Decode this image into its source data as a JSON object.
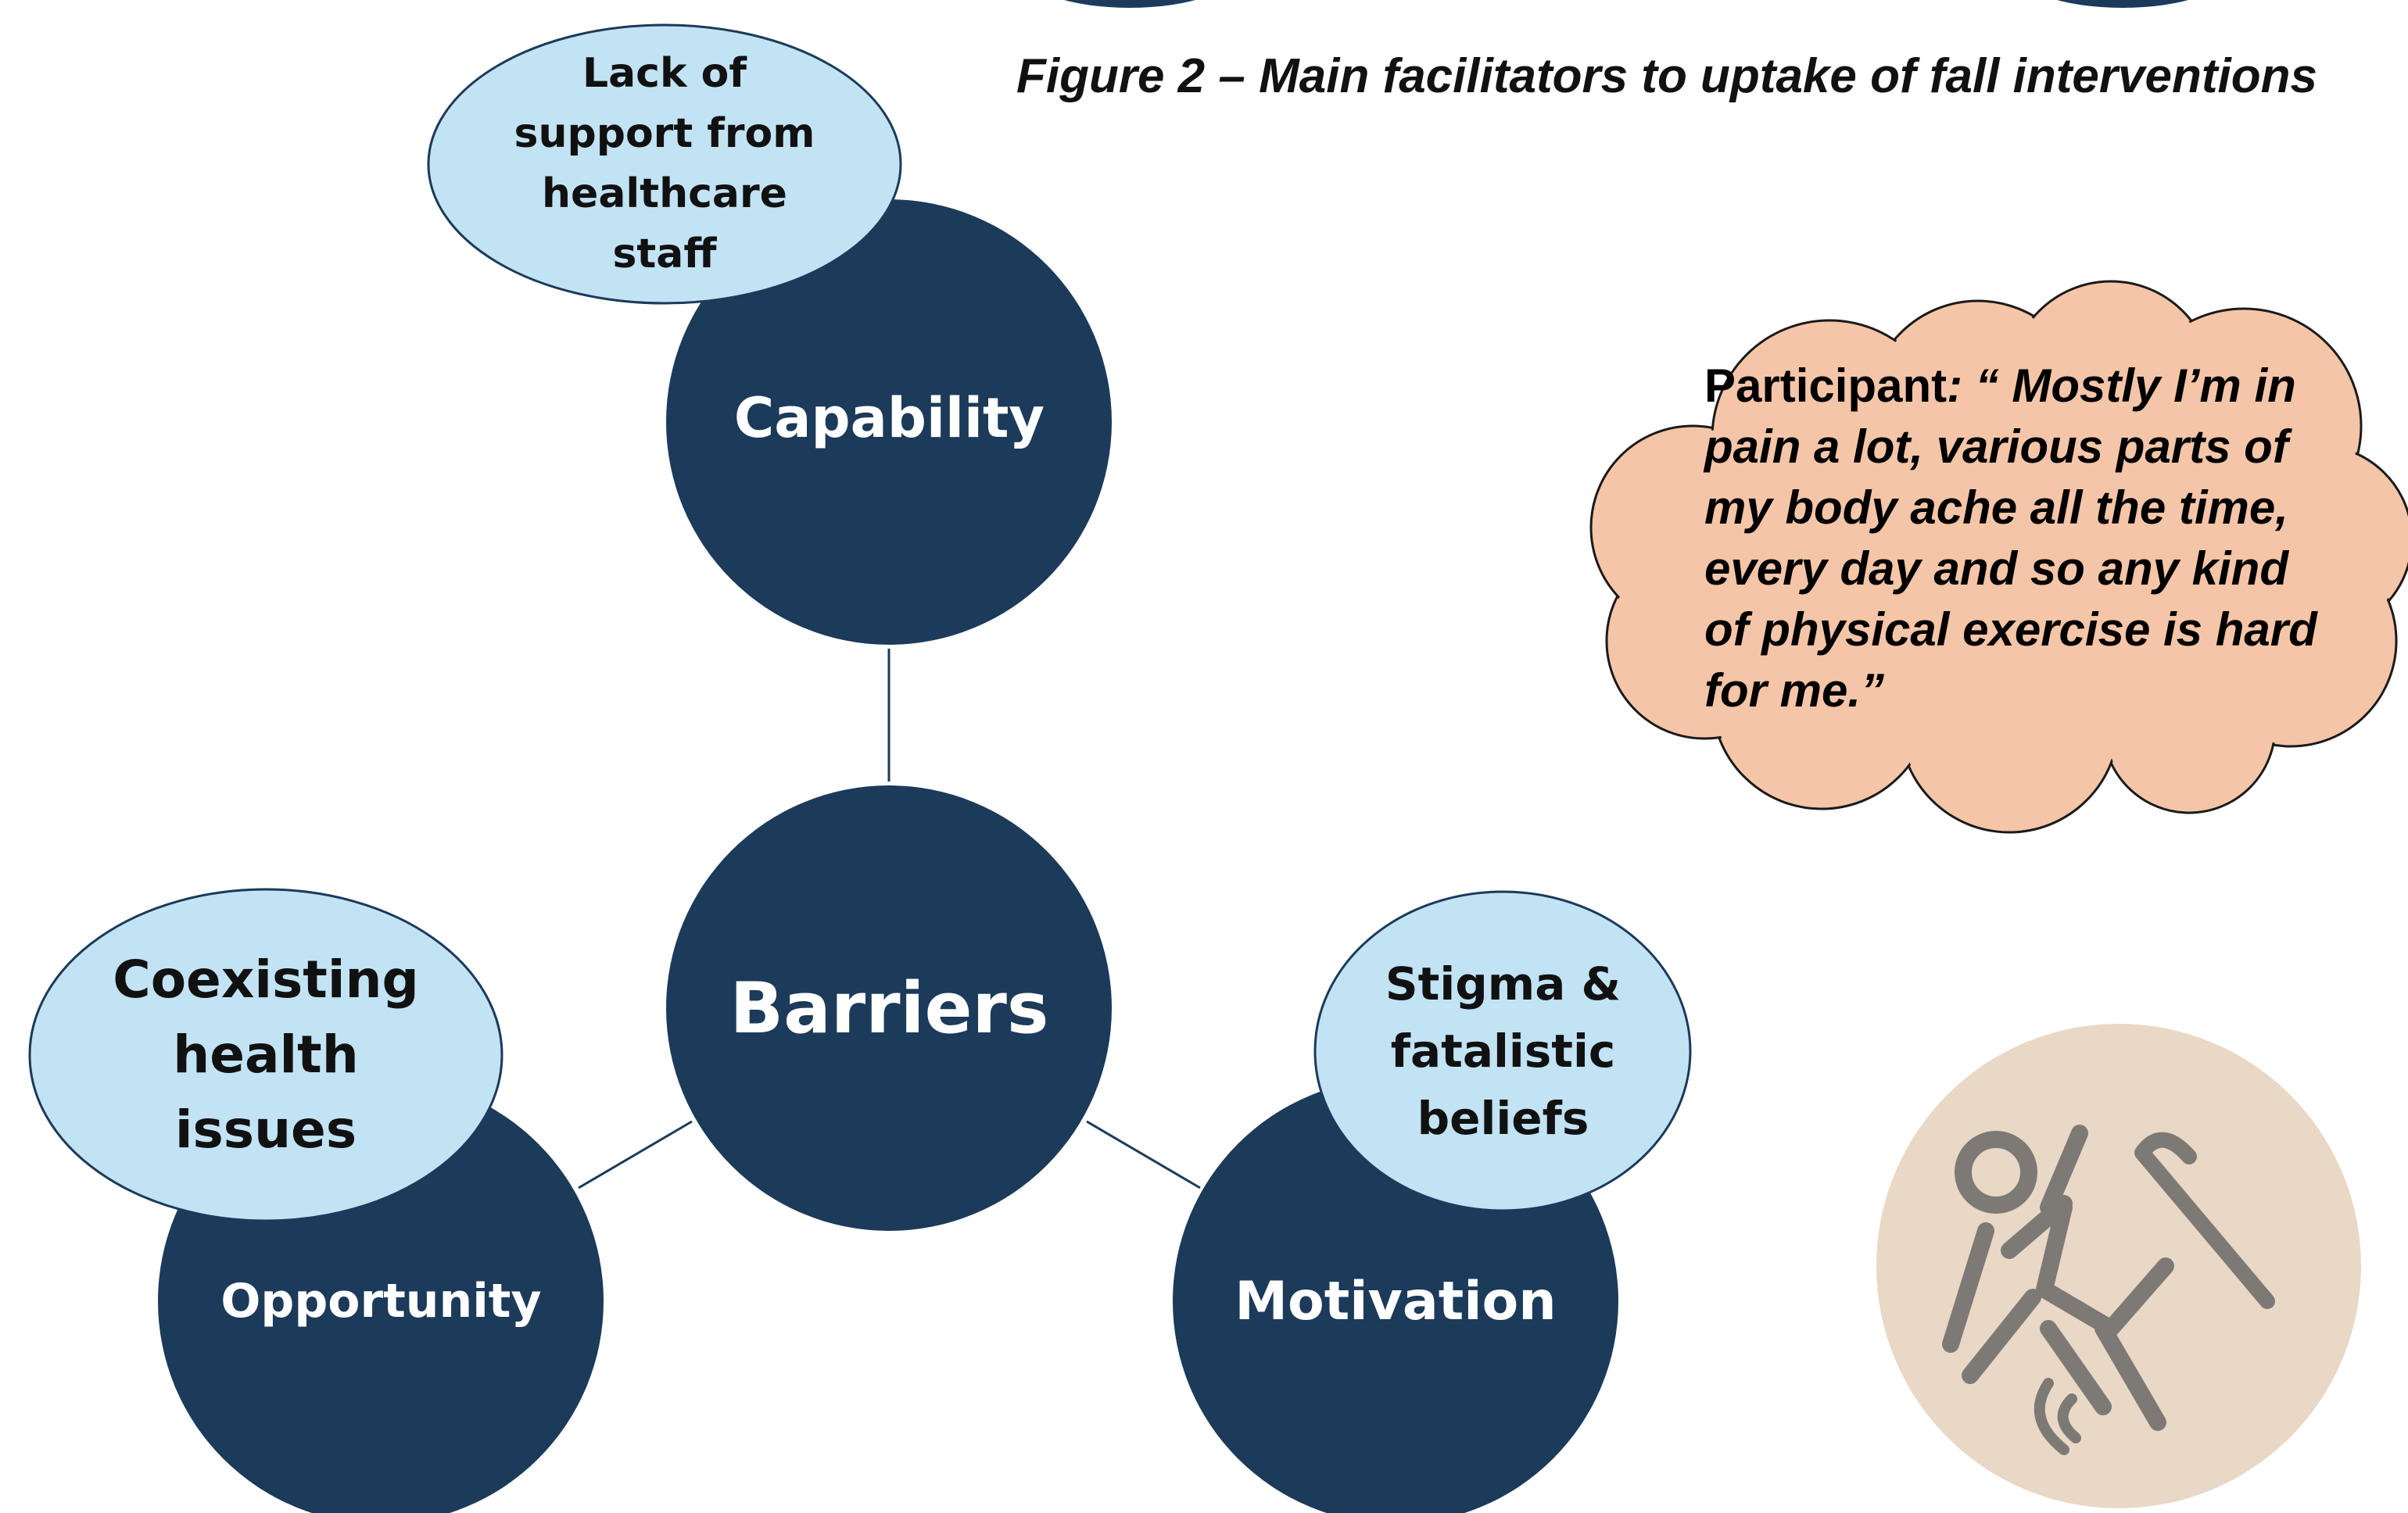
{
  "figure_caption": "Figure 2 – Main facilitators to uptake of fall interventions",
  "hub": {
    "label": "Barriers"
  },
  "domains": {
    "capability": "Capability",
    "opportunity": "Opportunity",
    "motivation": "Motivation"
  },
  "sub_barriers": {
    "capability": "Lack of\nsupport from\nhealthcare\nstaff",
    "opportunity": "Coexisting\nhealth\nissues",
    "motivation": "Stigma &\nfatalistic\nbeliefs"
  },
  "quote": {
    "speaker": "Participant",
    "text": ": “ Mostly I’m in pain a lot, various parts of my body ache all the time, every day and so any kind of physical exercise is hard for me.”"
  },
  "icons": {
    "fall": "falling-person-with-cane-icon"
  },
  "colors": {
    "dark_node": "#1c3a5a",
    "light_node": "#c2e3f4",
    "quote_cloud": "#f5c5a8",
    "icon_bg": "#e9d8c6",
    "icon_stroke": "#7d7a76"
  }
}
